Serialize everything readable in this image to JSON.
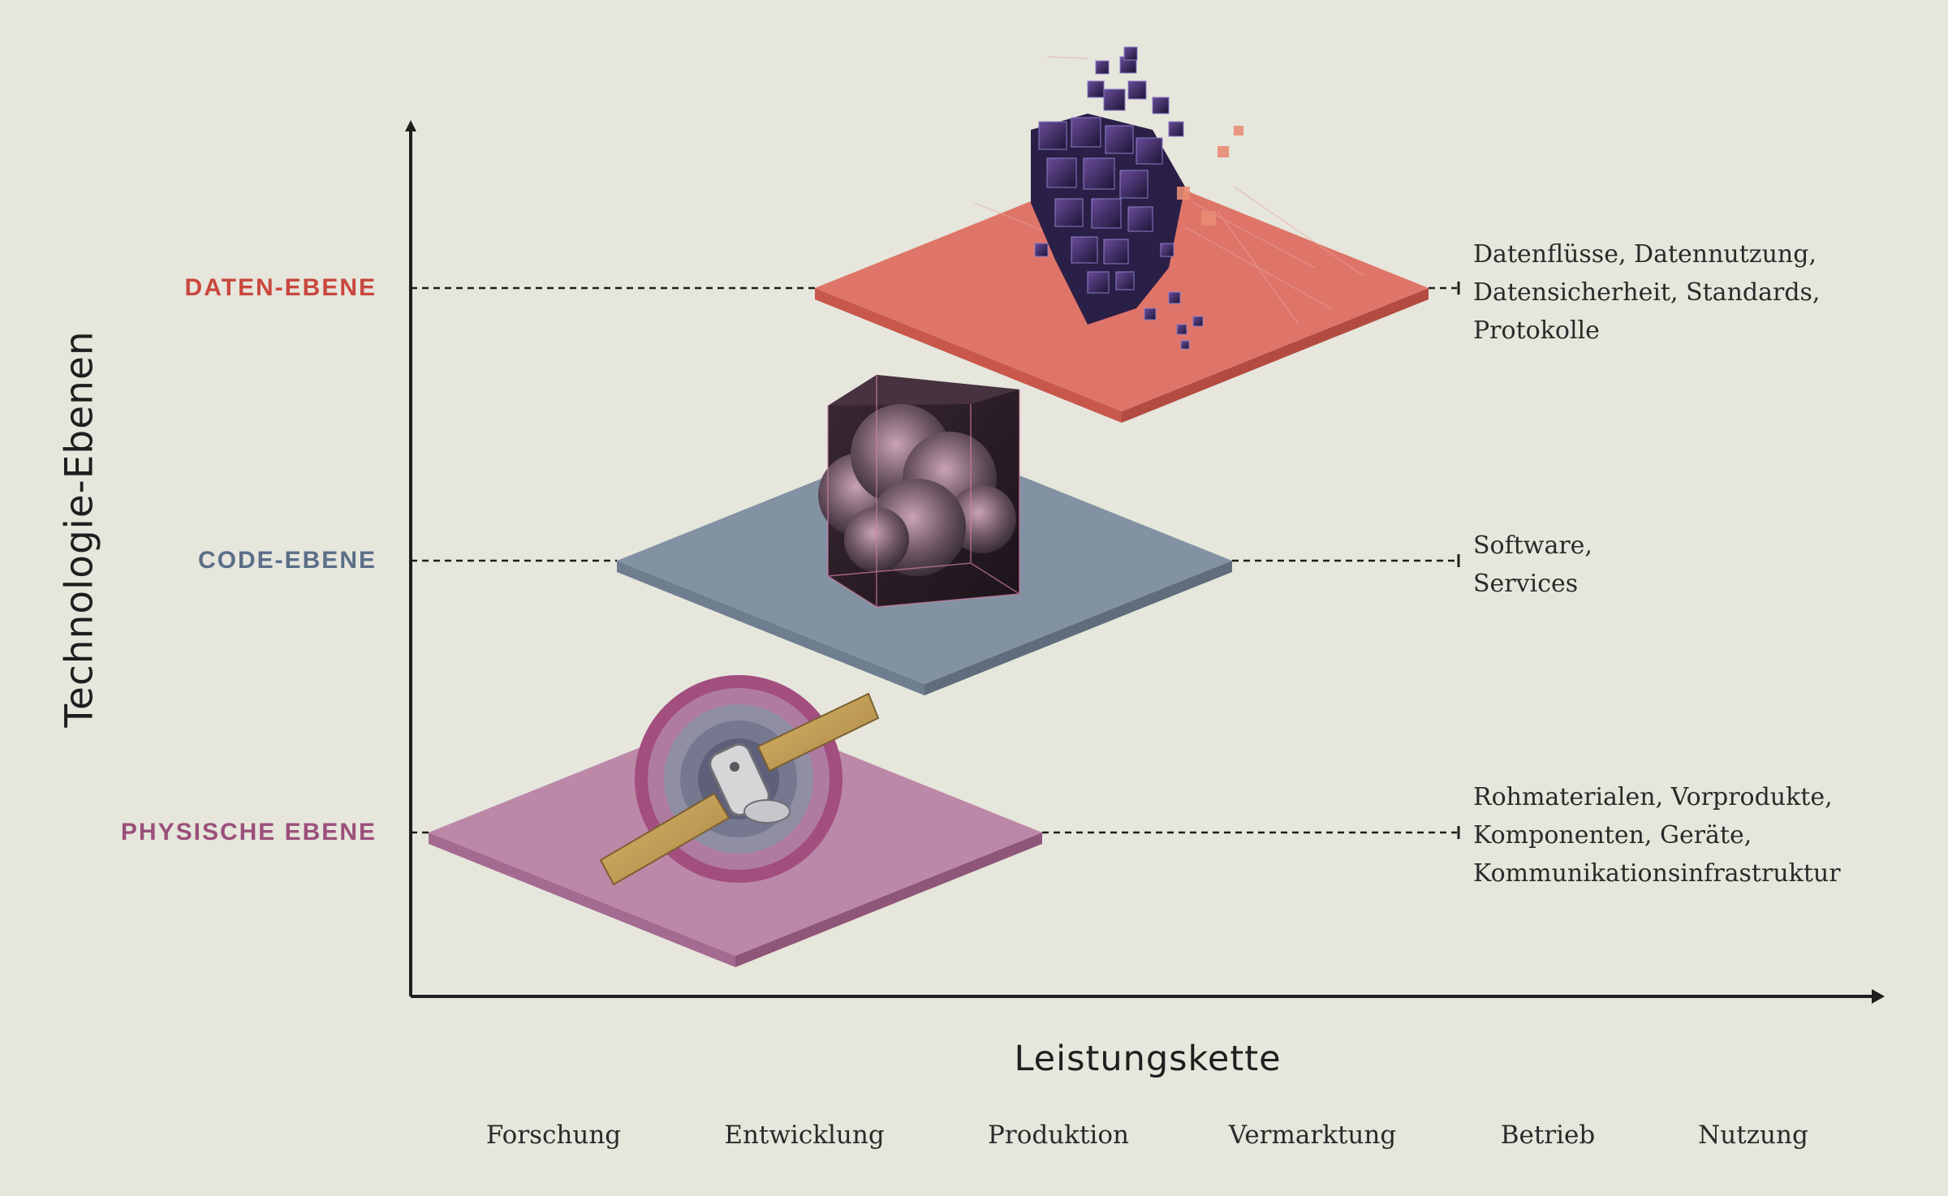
{
  "y_axis_title": "Technologie-Ebenen",
  "x_axis_title": "Leistungskette",
  "stages": [
    "Forschung",
    "Entwicklung",
    "Produktion",
    "Vermarktung",
    "Betrieb",
    "Nutzung"
  ],
  "layers": [
    {
      "label": "DATEN-EBENE",
      "color": "#c9473e",
      "plate_color": "#df7569",
      "description": [
        "Datenflüsse, Datennutzung,",
        "Datensicherheit, Standards,",
        "Protokolle"
      ],
      "illustration": "data-cubes-icon"
    },
    {
      "label": "CODE-EBENE",
      "color": "#5b6e88",
      "plate_color": "#8392a2",
      "description": [
        "Software,",
        "Services"
      ],
      "illustration": "cloud-cube-icon"
    },
    {
      "label": "PHYSISCHE EBENE",
      "color": "#9b4f7b",
      "plate_color": "#bc88a8",
      "description": [
        "Rohmaterialen, Vorprodukte,",
        "Komponenten, Geräte,",
        "Kommunikationsinfrastruktur"
      ],
      "illustration": "satellite-icon"
    }
  ]
}
